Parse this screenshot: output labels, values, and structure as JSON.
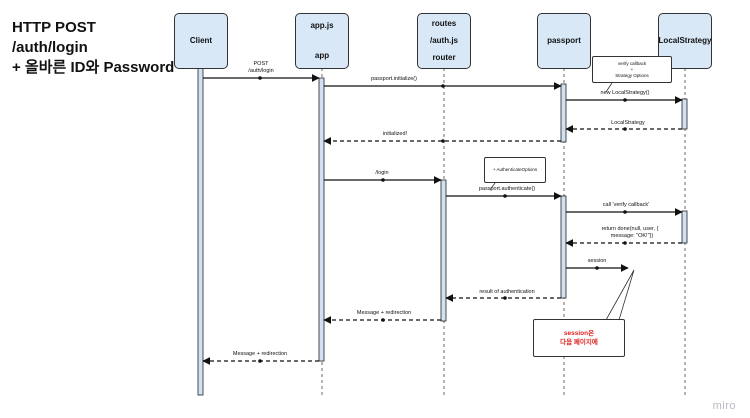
{
  "title": {
    "line1": "HTTP POST",
    "line2": "/auth/login",
    "line3": "+ 올바른 ID와 Password"
  },
  "participants": [
    {
      "id": "client",
      "lines": [
        "Client"
      ]
    },
    {
      "id": "app",
      "lines": [
        "app.js",
        "app"
      ]
    },
    {
      "id": "routes",
      "lines": [
        "routes",
        "/auth.js",
        "router"
      ]
    },
    {
      "id": "passport",
      "lines": [
        "passport"
      ]
    },
    {
      "id": "local",
      "lines": [
        "LocalStrategy"
      ]
    }
  ],
  "messages": [
    {
      "label": [
        "POST",
        "/auth/login"
      ]
    },
    {
      "label": [
        "passport.initialize()"
      ]
    },
    {
      "label": [
        "new LocalStrategy()"
      ]
    },
    {
      "label": [
        "LocalStrategy"
      ]
    },
    {
      "label": [
        "initialized!"
      ]
    },
    {
      "label": [
        "/login"
      ]
    },
    {
      "label": [
        "passport.authenticate()"
      ]
    },
    {
      "label": [
        "call 'verify callback'"
      ]
    },
    {
      "label": [
        "return done(null, user, {",
        "message: \"OK!\"})"
      ]
    },
    {
      "label": [
        "session"
      ]
    },
    {
      "label": [
        "result of authentication"
      ]
    },
    {
      "label": [
        "Message + redirection"
      ]
    },
    {
      "label": [
        "Message + redirection"
      ]
    }
  ],
  "notes": {
    "verify": [
      "verify callback",
      "+",
      "Strategy Options"
    ],
    "auth_options": [
      "+ AuthenticateOptions"
    ],
    "session": [
      "session은",
      "다음 페이지에"
    ]
  },
  "watermark": "miro",
  "colors": {
    "header_fill": "#d9e8f7",
    "activation_fill": "#cfe2f3",
    "line": "#111111",
    "session_note_text": "#e02020"
  }
}
